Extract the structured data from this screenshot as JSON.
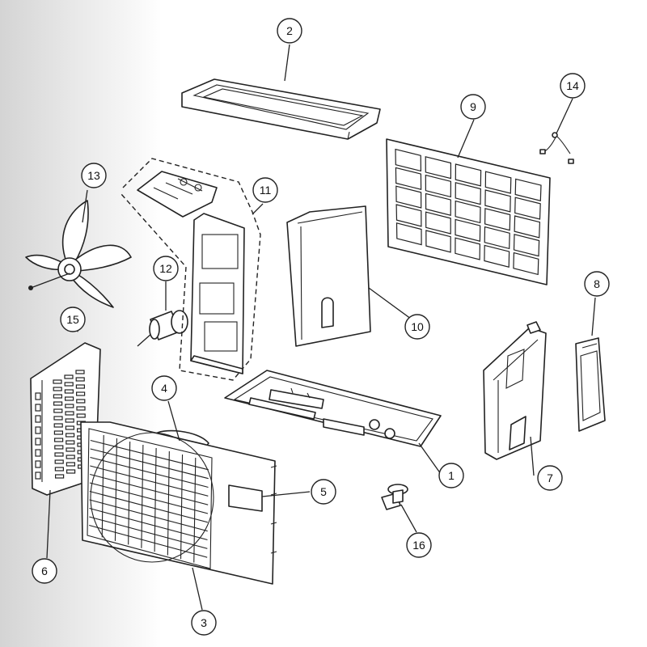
{
  "callouts": {
    "p1": "1",
    "p2": "2",
    "p3": "3",
    "p4": "4",
    "p5": "5",
    "p6": "6",
    "p7": "7",
    "p8": "8",
    "p9": "9",
    "p10": "10",
    "p11": "11",
    "p12": "12",
    "p13": "13",
    "p14": "14",
    "p15": "15",
    "p16": "16"
  },
  "colors": {
    "line": "#222222",
    "background_left": "#d4d4d4",
    "background": "#ffffff",
    "highlight": "#c8c8c8"
  }
}
